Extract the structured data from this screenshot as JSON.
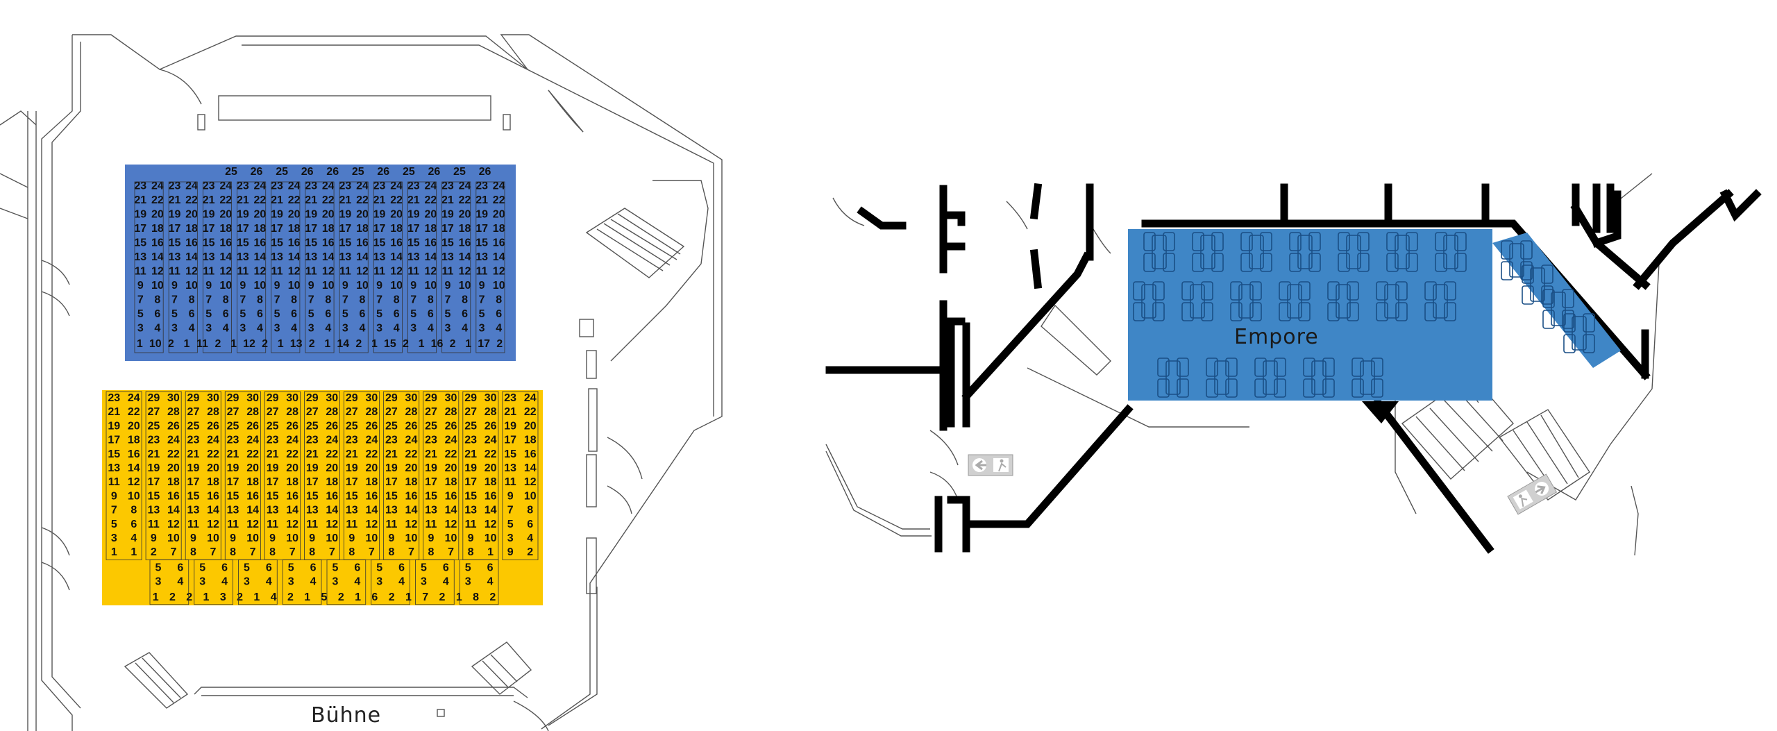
{
  "labels": {
    "stage": "Bühne",
    "gallery": "Empore"
  },
  "colors": {
    "block_blue": "#4f7bc7",
    "block_yellow": "#fcc800",
    "gallery_blue": "#3f86c6",
    "wall": "#000000",
    "outline": "#555555"
  },
  "icons": [
    "emergency-exit-left-icon",
    "emergency-exit-right-icon"
  ],
  "blue_block": {
    "top_row": [
      "25",
      "26",
      "25",
      "26",
      "26",
      "25",
      "26",
      "25",
      "26",
      "25",
      "26"
    ],
    "rows": [
      [
        "23",
        "24",
        "23",
        "24",
        "23",
        "24",
        "23",
        "24",
        "23",
        "24",
        "23",
        "24",
        "23",
        "24",
        "23",
        "24",
        "23",
        "24",
        "23",
        "24",
        "23",
        "24"
      ],
      [
        "21",
        "22",
        "21",
        "22",
        "21",
        "22",
        "21",
        "22",
        "21",
        "22",
        "21",
        "22",
        "21",
        "22",
        "21",
        "22",
        "21",
        "22",
        "21",
        "22",
        "21",
        "22"
      ],
      [
        "19",
        "20",
        "19",
        "20",
        "19",
        "20",
        "19",
        "20",
        "19",
        "20",
        "19",
        "20",
        "19",
        "20",
        "19",
        "20",
        "19",
        "20",
        "19",
        "20",
        "19",
        "20"
      ],
      [
        "17",
        "18",
        "17",
        "18",
        "17",
        "18",
        "17",
        "18",
        "17",
        "18",
        "17",
        "18",
        "17",
        "18",
        "17",
        "18",
        "17",
        "18",
        "17",
        "18",
        "17",
        "18"
      ],
      [
        "15",
        "16",
        "15",
        "16",
        "15",
        "16",
        "15",
        "16",
        "15",
        "16",
        "15",
        "16",
        "15",
        "16",
        "15",
        "16",
        "15",
        "16",
        "15",
        "16",
        "15",
        "16"
      ],
      [
        "13",
        "14",
        "13",
        "14",
        "13",
        "14",
        "13",
        "14",
        "13",
        "14",
        "13",
        "14",
        "13",
        "14",
        "13",
        "14",
        "13",
        "14",
        "13",
        "14",
        "13",
        "14"
      ],
      [
        "11",
        "12",
        "11",
        "12",
        "11",
        "12",
        "11",
        "12",
        "11",
        "12",
        "11",
        "12",
        "11",
        "12",
        "11",
        "12",
        "11",
        "12",
        "11",
        "12",
        "11",
        "12"
      ],
      [
        "9",
        "10",
        "9",
        "10",
        "9",
        "10",
        "9",
        "10",
        "9",
        "10",
        "9",
        "10",
        "9",
        "10",
        "9",
        "10",
        "9",
        "10",
        "9",
        "10",
        "9",
        "10"
      ],
      [
        "7",
        "8",
        "7",
        "8",
        "7",
        "8",
        "7",
        "8",
        "7",
        "8",
        "7",
        "8",
        "7",
        "8",
        "7",
        "8",
        "7",
        "8",
        "7",
        "8",
        "7",
        "8"
      ],
      [
        "5",
        "6",
        "5",
        "6",
        "5",
        "6",
        "5",
        "6",
        "5",
        "6",
        "5",
        "6",
        "5",
        "6",
        "5",
        "6",
        "5",
        "6",
        "5",
        "6",
        "5",
        "6"
      ],
      [
        "3",
        "4",
        "3",
        "4",
        "3",
        "4",
        "3",
        "4",
        "3",
        "4",
        "3",
        "4",
        "3",
        "4",
        "3",
        "4",
        "3",
        "4",
        "3",
        "4",
        "3",
        "4"
      ]
    ],
    "bottom_row": [
      "1",
      "10",
      "2",
      "1",
      "11",
      "2",
      "1",
      "12",
      "2",
      "1",
      "13",
      "2",
      "1",
      "14",
      "2",
      "1",
      "15",
      "2",
      "1",
      "16",
      "2",
      "1",
      "17",
      "2"
    ]
  },
  "yellow_block": {
    "rows": [
      [
        "23",
        "24",
        "29",
        "30",
        "29",
        "30",
        "29",
        "30",
        "29",
        "30",
        "29",
        "30",
        "29",
        "30",
        "29",
        "30",
        "29",
        "30",
        "29",
        "30",
        "23",
        "24"
      ],
      [
        "21",
        "22",
        "27",
        "28",
        "27",
        "28",
        "27",
        "28",
        "27",
        "28",
        "27",
        "28",
        "27",
        "28",
        "27",
        "28",
        "27",
        "28",
        "27",
        "28",
        "21",
        "22"
      ],
      [
        "19",
        "20",
        "25",
        "26",
        "25",
        "26",
        "25",
        "26",
        "25",
        "26",
        "25",
        "26",
        "25",
        "26",
        "25",
        "26",
        "25",
        "26",
        "25",
        "26",
        "19",
        "20"
      ],
      [
        "17",
        "18",
        "23",
        "24",
        "23",
        "24",
        "23",
        "24",
        "23",
        "24",
        "23",
        "24",
        "23",
        "24",
        "23",
        "24",
        "23",
        "24",
        "23",
        "24",
        "17",
        "18"
      ],
      [
        "15",
        "16",
        "21",
        "22",
        "21",
        "22",
        "21",
        "22",
        "21",
        "22",
        "21",
        "22",
        "21",
        "22",
        "21",
        "22",
        "21",
        "22",
        "21",
        "22",
        "15",
        "16"
      ],
      [
        "13",
        "14",
        "19",
        "20",
        "19",
        "20",
        "19",
        "20",
        "19",
        "20",
        "19",
        "20",
        "19",
        "20",
        "19",
        "20",
        "19",
        "20",
        "19",
        "20",
        "13",
        "14"
      ],
      [
        "11",
        "12",
        "17",
        "18",
        "17",
        "18",
        "17",
        "18",
        "17",
        "18",
        "17",
        "18",
        "17",
        "18",
        "17",
        "18",
        "17",
        "18",
        "17",
        "18",
        "11",
        "12"
      ],
      [
        "9",
        "10",
        "15",
        "16",
        "15",
        "16",
        "15",
        "16",
        "15",
        "16",
        "15",
        "16",
        "15",
        "16",
        "15",
        "16",
        "15",
        "16",
        "15",
        "16",
        "9",
        "10"
      ],
      [
        "7",
        "8",
        "13",
        "14",
        "13",
        "14",
        "13",
        "14",
        "13",
        "14",
        "13",
        "14",
        "13",
        "14",
        "13",
        "14",
        "13",
        "14",
        "13",
        "14",
        "7",
        "8"
      ],
      [
        "5",
        "6",
        "11",
        "12",
        "11",
        "12",
        "11",
        "12",
        "11",
        "12",
        "11",
        "12",
        "11",
        "12",
        "11",
        "12",
        "11",
        "12",
        "11",
        "12",
        "5",
        "6"
      ],
      [
        "3",
        "4",
        "9",
        "10",
        "9",
        "10",
        "9",
        "10",
        "9",
        "10",
        "9",
        "10",
        "9",
        "10",
        "9",
        "10",
        "9",
        "10",
        "9",
        "10",
        "3",
        "4"
      ],
      [
        "1",
        "1",
        "2",
        "7",
        "8",
        "7",
        "8",
        "7",
        "8",
        "7",
        "8",
        "7",
        "8",
        "7",
        "8",
        "7",
        "8",
        "7",
        "8",
        "1",
        "9",
        "2"
      ]
    ],
    "lower_rows": [
      [
        "5",
        "6",
        "5",
        "6",
        "5",
        "6",
        "5",
        "6",
        "5",
        "6",
        "5",
        "6",
        "5",
        "6",
        "5",
        "6"
      ],
      [
        "3",
        "4",
        "3",
        "4",
        "3",
        "4",
        "3",
        "4",
        "3",
        "4",
        "3",
        "4",
        "3",
        "4",
        "3",
        "4"
      ]
    ],
    "bottom_row": [
      "1",
      "2",
      "2",
      "1",
      "3",
      "2",
      "1",
      "4",
      "2",
      "1",
      "5",
      "2",
      "1",
      "6",
      "2",
      "1",
      "7",
      "2",
      "1",
      "8",
      "2"
    ]
  }
}
